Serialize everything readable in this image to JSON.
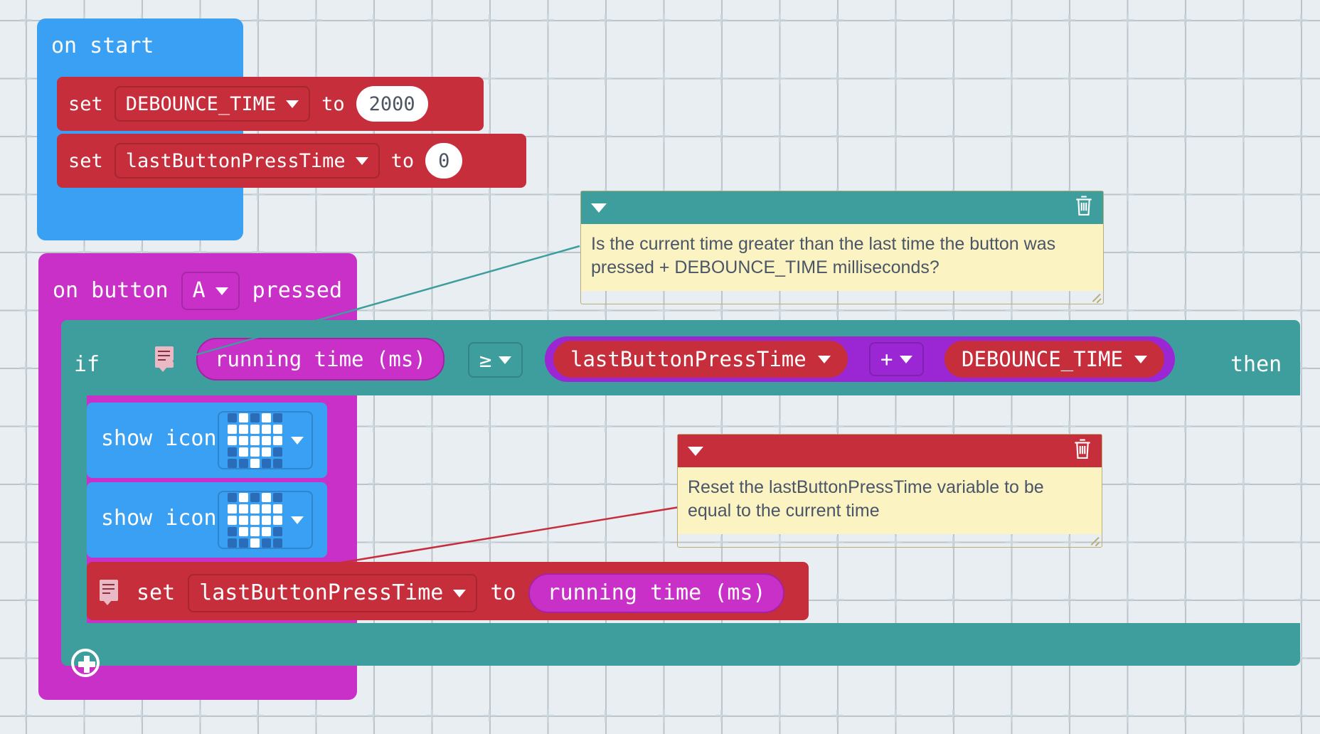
{
  "app": {
    "name": "microbit-blocks-editor",
    "canvas_background": "#e9eef2"
  },
  "colors": {
    "event_blue": "#3aa0f3",
    "event_magenta": "#c830c8",
    "variables_red": "#c62e3c",
    "logic_teal": "#3e9e9e",
    "math_purple": "#9b27d4",
    "basic_blue": "#3aa0f3",
    "comment_body": "#fbf3c1",
    "comment_text": "#4a5568"
  },
  "blocks": {
    "on_start": {
      "label": "on start",
      "statements": [
        {
          "set_label": "set",
          "variable": "DEBOUNCE_TIME",
          "to_label": "to",
          "value": "2000"
        },
        {
          "set_label": "set",
          "variable": "lastButtonPressTime",
          "to_label": "to",
          "value": "0"
        }
      ]
    },
    "on_button_pressed": {
      "prefix_label": "on button",
      "button": "A",
      "suffix_label": "pressed",
      "body": {
        "if_block": {
          "if_label": "if",
          "then_label": "then",
          "condition": {
            "left": "running time (ms)",
            "operator": "≥",
            "right": {
              "left": "lastButtonPressTime",
              "operator": "+",
              "right": "DEBOUNCE_TIME"
            }
          },
          "statements": [
            {
              "label": "show icon",
              "icon": "heart"
            },
            {
              "label": "show icon",
              "icon": "heart"
            },
            {
              "set_label": "set",
              "variable": "lastButtonPressTime",
              "to_label": "to",
              "value": "running time (ms)"
            }
          ],
          "add_button": "plus-icon"
        }
      }
    }
  },
  "comments": [
    {
      "id": "condition-comment",
      "header_color": "#3e9e9e",
      "text": "Is the current time greater than the last time the button was pressed + DEBOUNCE_TIME milliseconds?",
      "collapse_icon": "caret-down-icon",
      "delete_icon": "trash-icon"
    },
    {
      "id": "reset-comment",
      "header_color": "#c62e3c",
      "text": "Reset the lastButtonPressTime variable to be equal to the current time",
      "collapse_icon": "caret-down-icon",
      "delete_icon": "trash-icon"
    }
  ],
  "led_icons": {
    "heart": [
      [
        0,
        1,
        0,
        1,
        0
      ],
      [
        1,
        1,
        1,
        1,
        1
      ],
      [
        1,
        1,
        1,
        1,
        1
      ],
      [
        0,
        1,
        1,
        1,
        0
      ],
      [
        0,
        0,
        1,
        0,
        0
      ]
    ]
  }
}
